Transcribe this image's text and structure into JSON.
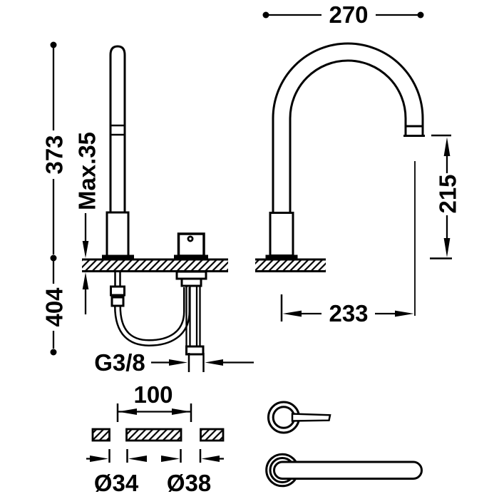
{
  "labels": {
    "height_above_deck": "373",
    "max_deck_thickness": "Max.35",
    "below_deck_length": "404",
    "inlet_thread": "G3/8",
    "spout_width": "270",
    "outlet_height": "215",
    "spout_reach": "233",
    "hole_spacing": "100",
    "hole_diameter_spout": "Ø34",
    "hole_diameter_valve": "Ø38"
  },
  "colors": {
    "line": "#000000",
    "background": "#ffffff"
  }
}
